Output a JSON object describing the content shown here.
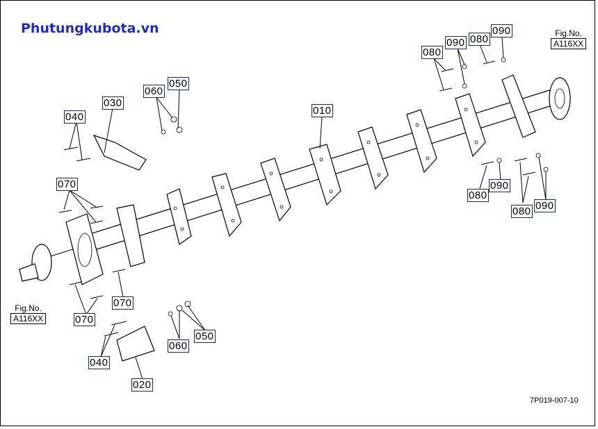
{
  "watermark": "Phutungkubota.vn",
  "diagram_code": "7P019-007-10",
  "figure_refs": [
    {
      "label": "Fig.No.",
      "code": "A116XX"
    },
    {
      "label": "Fig.No.",
      "code": "A116XX"
    }
  ],
  "callouts": {
    "c010": "010",
    "c020": "020",
    "c030": "030",
    "c040a": "040",
    "c040b": "040",
    "c050a": "050",
    "c050b": "050",
    "c060a": "060",
    "c060b": "060",
    "c070a": "070",
    "c070b": "070",
    "c070c": "070",
    "c080a": "080",
    "c080b": "080",
    "c080c": "080",
    "c080d": "080",
    "c090a": "090",
    "c090b": "090",
    "c090c": "090",
    "c090d": "090"
  },
  "colors": {
    "watermark": "#1e2bc8",
    "callout_border": "#1a237e"
  }
}
